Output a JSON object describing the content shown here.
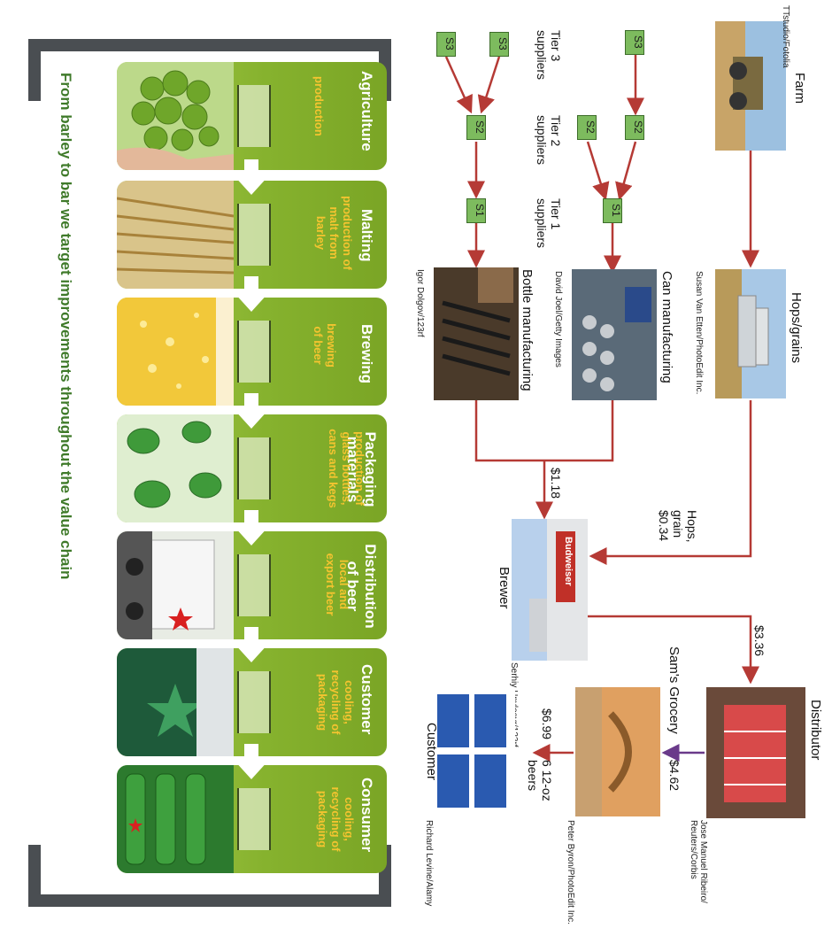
{
  "panel": {
    "headline": "From barley to bar we target improvements throughout the value chain",
    "stages": [
      {
        "title": "Agriculture",
        "desc": "production"
      },
      {
        "title": "Malting",
        "desc": "production of malt from barley"
      },
      {
        "title": "Brewing",
        "desc": "brewing of beer"
      },
      {
        "title": "Packaging materials",
        "desc": "production of glass bottles, cans and kegs"
      },
      {
        "title": "Distribution of beer",
        "desc": "local and export beer"
      },
      {
        "title": "Customer",
        "desc": "cooling, recycling of packaging"
      },
      {
        "title": "Consumer",
        "desc": "cooling, recycling of packaging"
      }
    ],
    "colors": {
      "green": "#86b22e",
      "accent": "#f4c430",
      "bracket": "#4a4e52",
      "headline": "#3f7a2a"
    }
  },
  "chain": {
    "tiers": {
      "tier3": "Tier 3 suppliers",
      "tier2": "Tier 2 suppliers",
      "tier1": "Tier 1 suppliers"
    },
    "supplier_labels": {
      "s1": "S1",
      "s2": "S2",
      "s3": "S3"
    },
    "nodes": {
      "farm": {
        "label": "Farm",
        "credit": "TTstudio/Fotolia"
      },
      "hops": {
        "label": "Hops/grains",
        "credit": "Susan Van Etten/PhotoEdit Inc."
      },
      "can": {
        "label": "Can manufacturing",
        "credit": "David Joel/Getty Images"
      },
      "bottle": {
        "label": "Bottle manufacturing",
        "credit": "Igor Dolgov/123rf"
      },
      "brewer": {
        "label": "Brewer",
        "credit": "Serhiy Hnylosyr/123rf",
        "sign": "Budweiser"
      },
      "distributor": {
        "label": "Distributor",
        "credit": "Jose Manuel Ribeiro/ Reuters/Corbis"
      },
      "grocery": {
        "label": "Sam's Grocery",
        "credit": "Peter Byron/PhotoEdit Inc."
      },
      "customer": {
        "label": "Customer",
        "credit": "Richard Levine/Alamy"
      }
    },
    "prices": {
      "hops_grain_line1": "Hops,",
      "hops_grain_line2": "grain",
      "hops_grain_value": "$0.34",
      "packaging": "$1.18",
      "brewer_to_distributor": "$3.36",
      "distributor_to_grocery": "$4.62",
      "grocery_to_customer": "$6.99",
      "unit_line1": "6 12-oz",
      "unit_line2": "beers"
    },
    "colors": {
      "arrow": "#b53a35",
      "box": "#7dbb5e",
      "purple_arrow": "#6a3a8a"
    }
  }
}
